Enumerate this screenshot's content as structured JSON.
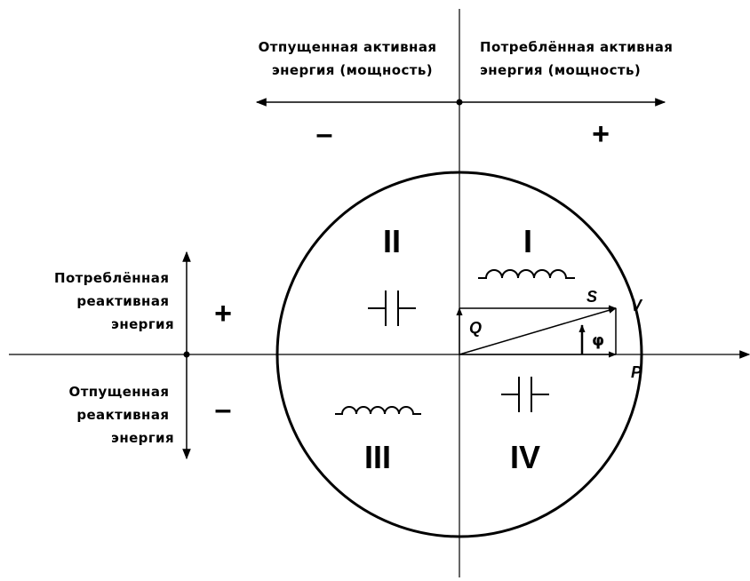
{
  "top": {
    "left_label": [
      "Отпущенная активная",
      "энергия (мощность)"
    ],
    "right_label": [
      "Потреблённая активная",
      "энергия (мощность)"
    ],
    "minus": "–",
    "plus": "+"
  },
  "side": {
    "upper_label": [
      "Потреблённая",
      "реактивная",
      "энергия"
    ],
    "lower_label": [
      "Отпущенная",
      "реактивная",
      "энергия"
    ],
    "plus": "+",
    "minus": "–"
  },
  "quadrants": {
    "q1": "I",
    "q2": "II",
    "q3": "III",
    "q4": "IV"
  },
  "vectors": {
    "s": "S",
    "v": "V",
    "q": "Q",
    "p": "P",
    "phi": "φ"
  },
  "colors": {
    "line": "#000000",
    "background": "#ffffff"
  }
}
